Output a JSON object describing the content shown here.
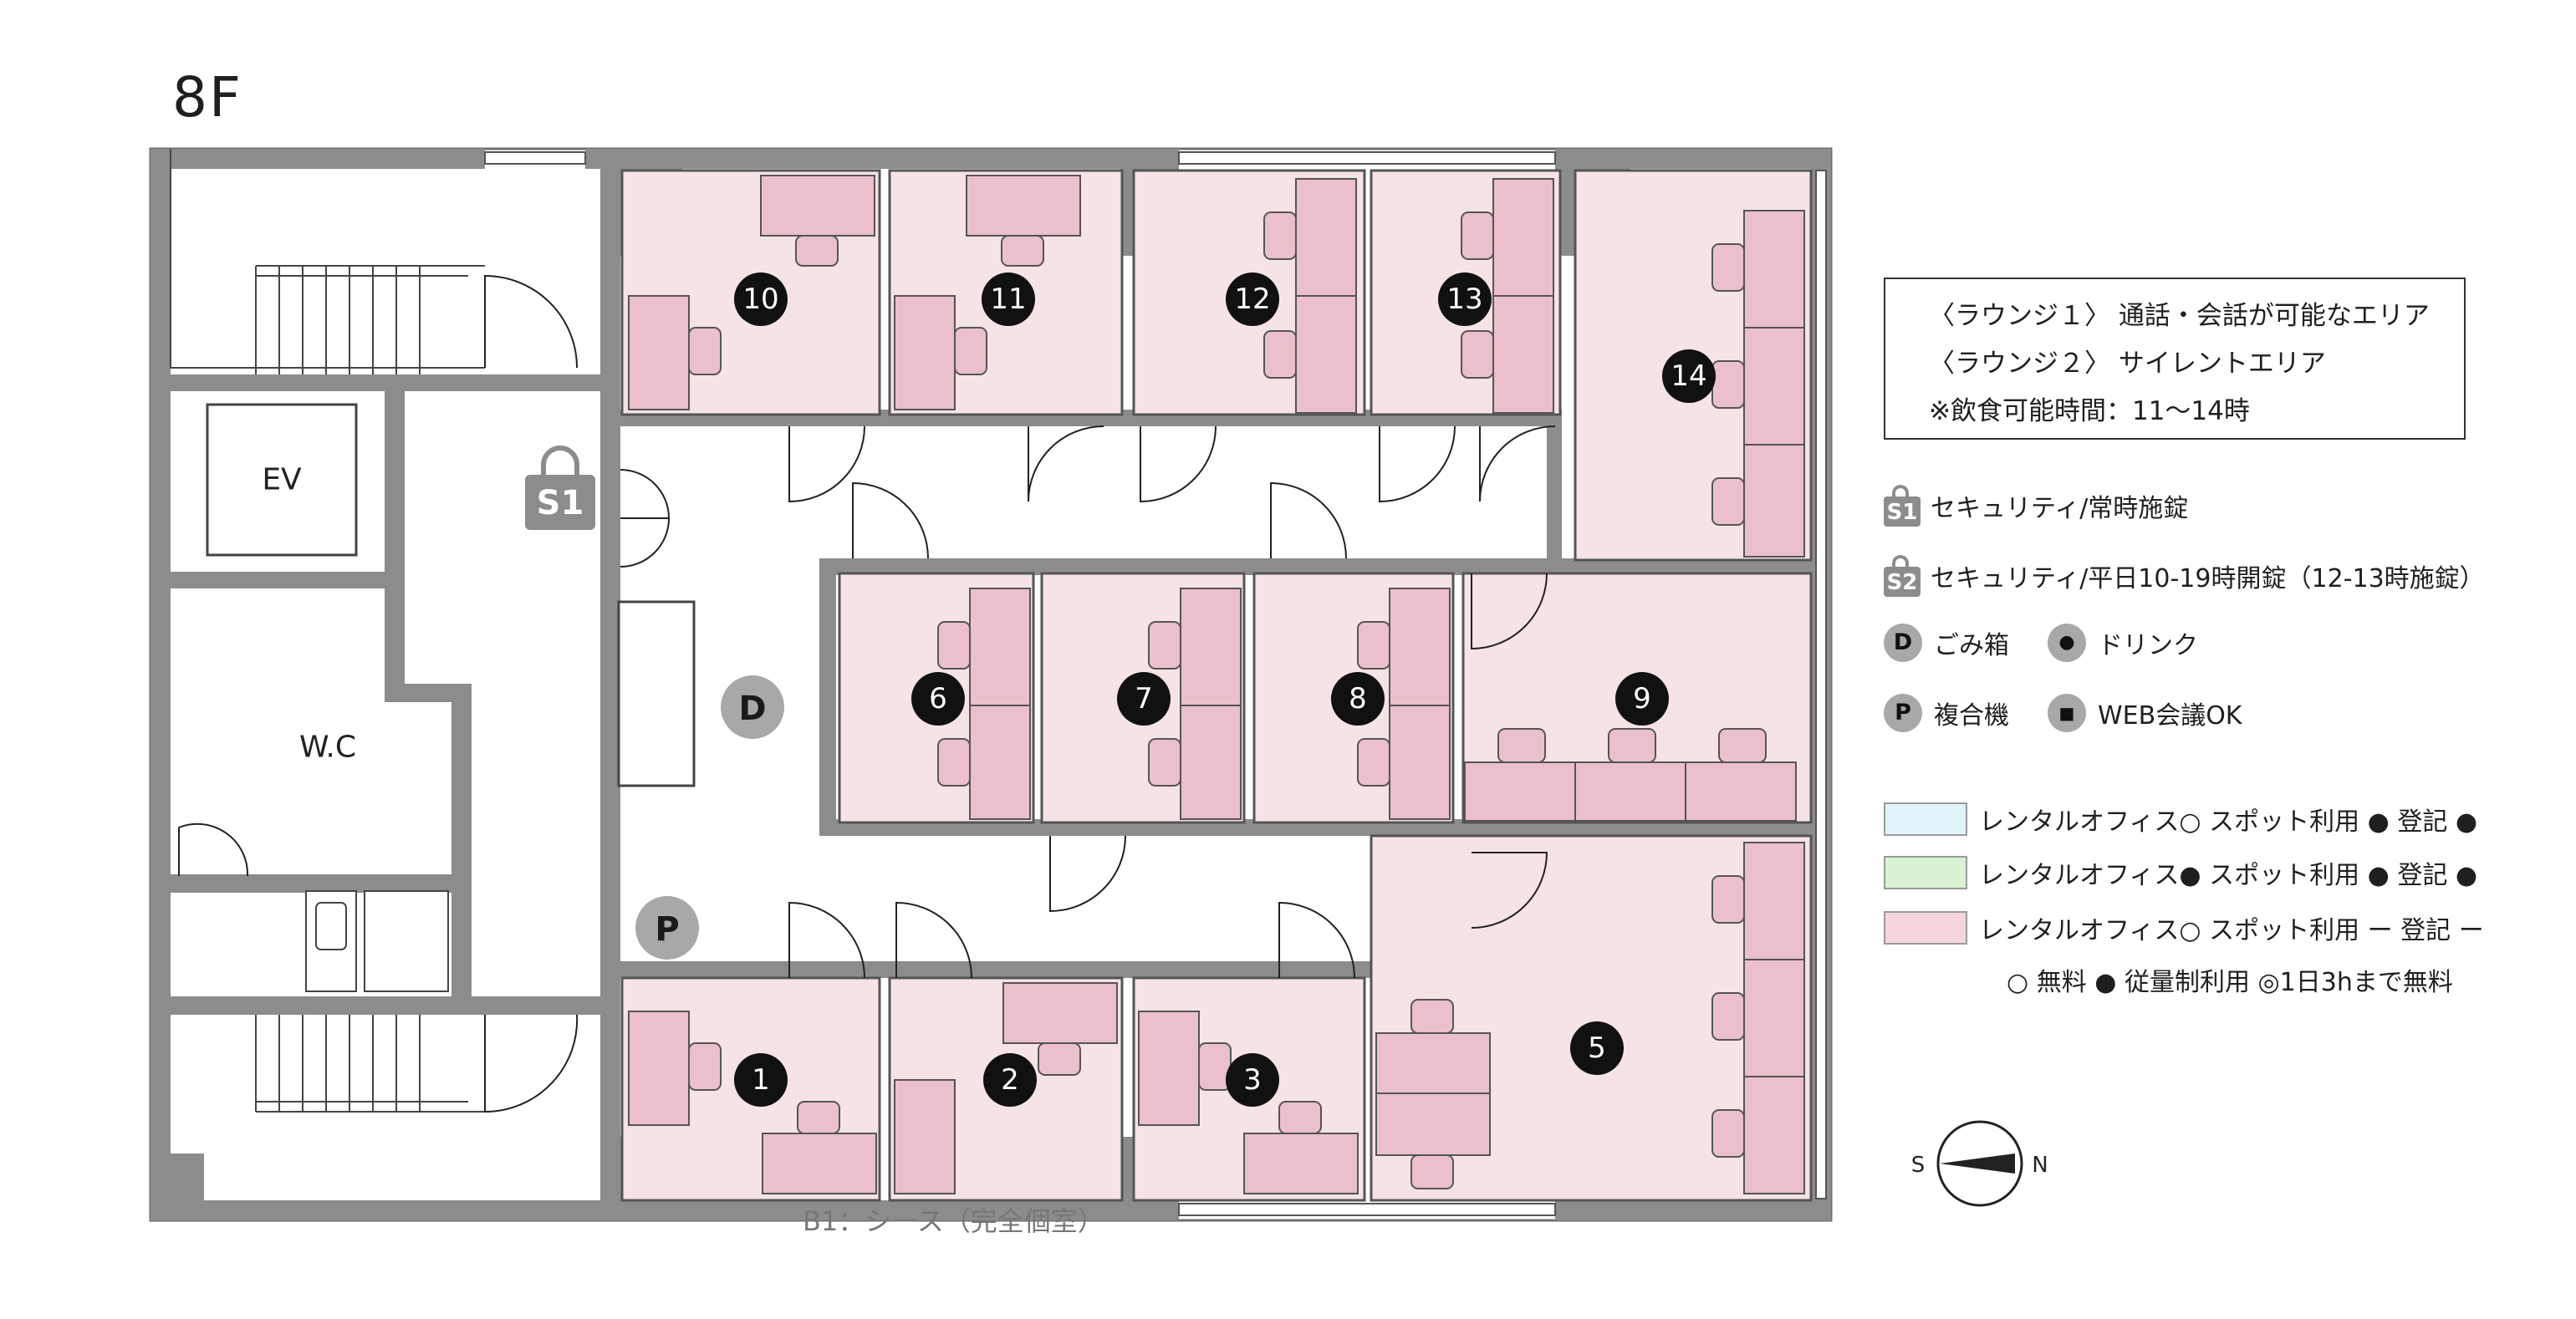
{
  "floor": "8F",
  "rooms": [
    {
      "num": "1"
    },
    {
      "num": "2"
    },
    {
      "num": "3"
    },
    {
      "num": "5"
    },
    {
      "num": "6"
    },
    {
      "num": "7"
    },
    {
      "num": "8"
    },
    {
      "num": "9"
    },
    {
      "num": "10"
    },
    {
      "num": "11"
    },
    {
      "num": "12"
    },
    {
      "num": "13"
    },
    {
      "num": "14"
    }
  ],
  "labels": {
    "ev": "EV",
    "wc": "W.C"
  },
  "markers": {
    "s1": "S1",
    "s2": "S2",
    "d": "D",
    "p": "P"
  },
  "info": {
    "line1": "〈ラウンジ１〉 通話・会話が可能なエリア",
    "line2": "〈ラウンジ２〉 サイレントエリア",
    "line3": "※飲食可能時間：11〜14時"
  },
  "legend": {
    "s1": "セキュリティ/常時施錠",
    "s2": "セキュリティ/平日10-19時開錠（12-13時施錠）",
    "d": "ごみ箱",
    "drink": "ドリンク",
    "p": "複合機",
    "web": "WEB会議OK",
    "swatch1": "レンタルオフィス○ スポット利用 ● 登記 ●",
    "swatch2": "レンタルオフィス● スポット利用 ● 登記 ●",
    "swatch3": "レンタルオフィス○ スポット利用 ー 登記 ー",
    "note": "○ 無料 ● 従量制利用 ◎1日3hまで無料"
  },
  "compass": {
    "s": "S",
    "n": "N"
  },
  "colors": {
    "wall": "#8c8c8c",
    "room": "#f6e3e6",
    "furniture": "#ebbfcb",
    "swatch1": "#e1f4f9",
    "swatch2": "#d8f2d3",
    "swatch3": "#f6d5dc"
  },
  "footnote": "B1：シース（完全個室）"
}
